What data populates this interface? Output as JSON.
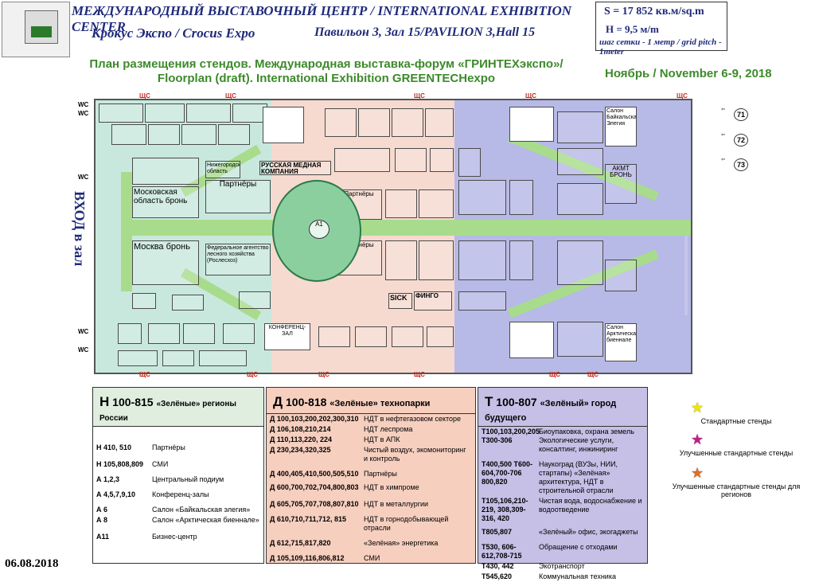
{
  "header": {
    "title": "МЕЖДУНАРОДНЫЙ ВЫСТАВОЧНЫЙ ЦЕНТР / INTERNATIONAL EXHIBITION CENTER",
    "venue": "Крокус Экспо / Crocus Expo",
    "pavilion": "Павильон 3, Зал 15/PAVILION 3,Hall 15",
    "area": "S = 17 852 кв.м/sq.m",
    "height": "H = 9,5 м/m",
    "grid": "шаг сетки - 1 метр / grid pitch - 1meter"
  },
  "plan": {
    "title_ru": "План размещения стендов. Международная выставка-форум «ГРИНТЕХэкспо»/",
    "title_en": "Floorplan (draft). International Exhibition GREENTECHexpo",
    "dates": "Ноябрь / November 6-9, 2018",
    "entrance": "ВХОД в зал",
    "zones": {
      "mosk_obl": "Московская область бронь",
      "moskva": "Москва бронь",
      "partners1": "Партнёры",
      "russkaya_med": "РУССКАЯ МЕДНАЯ КОМПАНИЯ",
      "partners2": "Партнёры",
      "partners3": "Партнёры",
      "nizhegorod": "Нижегородская область",
      "federal": "Федеральное агентство лесного хозяйства (Рослесхоз)",
      "sick": "SICK",
      "fingo": "ФИНГО",
      "akmt": "АКМТ БРОНЬ",
      "konf1": "КОНФЕРЕНЦ-ЗАЛ",
      "a1": "А1",
      "salon_baikal": "Салон Байкальская Элегия",
      "salon_arktic": "Салон Арктическая биеннале"
    },
    "gates": [
      "71",
      "72",
      "73"
    ],
    "wc": "WC",
    "shc": "ЩС"
  },
  "legend": {
    "H": {
      "code": "Н",
      "range": "100-815",
      "name": "«Зелёные» регионы России",
      "rows": [
        {
          "c": "Н 410, 510",
          "t": "Партнёры"
        },
        {
          "c": "Н 105,808,809",
          "t": "СМИ"
        },
        {
          "c": "А 1,2,3",
          "t": "Центральный подиум"
        },
        {
          "c": "А 4,5,7,9,10",
          "t": "Конференц-залы"
        },
        {
          "c": "А 6",
          "t": "Салон «Байкальская элегия»"
        },
        {
          "c": "А 8",
          "t": "Салон «Арктическая биеннале»"
        },
        {
          "c": "А11",
          "t": "Бизнес-центр"
        }
      ]
    },
    "D": {
      "code": "Д",
      "range": "100-818",
      "name": "«Зелёные» технопарки",
      "rows": [
        {
          "c": "Д 100,103,200,202,300,310",
          "t": "НДТ в нефтегазовом секторе"
        },
        {
          "c": "Д 106,108,210,214",
          "t": "НДТ леспрома"
        },
        {
          "c": "Д 110,113,220, 224",
          "t": "НДТ в АПК"
        },
        {
          "c": "Д 230,234,320,325",
          "t": "Чистый воздух, экомониторинг и контроль"
        },
        {
          "c": "Д 400,405,410,500,505,510",
          "t": "Партнёры"
        },
        {
          "c": "Д 600,700,702,704,800,803",
          "t": "НДТ в химпроме"
        },
        {
          "c": "Д 605,705,707,708,807,810",
          "t": "НДТ в металлургии"
        },
        {
          "c": "Д 610,710,711,712, 815",
          "t": "НДТ в горнодобывающей отрасли"
        },
        {
          "c": "Д 612,715,817,820",
          "t": "«Зелёная» энергетика"
        },
        {
          "c": "Д 105,109,116,806,812",
          "t": "СМИ"
        }
      ]
    },
    "T": {
      "code": "Т",
      "range": "100-807",
      "name": "«Зелёный» город будущего",
      "rows": [
        {
          "c": "Т100,103,200,205 Т300-306",
          "t": "Биоупаковка, охрана земель Экологические услуги, консалтинг, инжиниринг"
        },
        {
          "c": "Т400,500 Т600-604,700-706 800,820",
          "t": "Наукоград (ВУЗы, НИИ, стартапы) «Зелёная» архитектура, НДТ в строительной отрасли"
        },
        {
          "c": "Т105,106,210-219, 308,309-316, 420",
          "t": "Чистая вода, водоснабжение и водоотведение"
        },
        {
          "c": "Т805,807",
          "t": "«Зелёный» офис, экогаджеты"
        },
        {
          "c": "Т530, 606-612,708-715",
          "t": "Обращение с отходами"
        },
        {
          "c": "Т430, 442",
          "t": "Экотранспорт"
        },
        {
          "c": "Т545,620",
          "t": "Коммунальная техника"
        }
      ]
    }
  },
  "stars": [
    {
      "label": "Стандартные стенды",
      "color": "#f2e600"
    },
    {
      "label": "Улучшенные стандартные стенды",
      "color": "#c0208a"
    },
    {
      "label": "Улучшенные стандартные стенды для регионов",
      "color": "#e07020"
    }
  ],
  "doc_date": "06.08.2018"
}
